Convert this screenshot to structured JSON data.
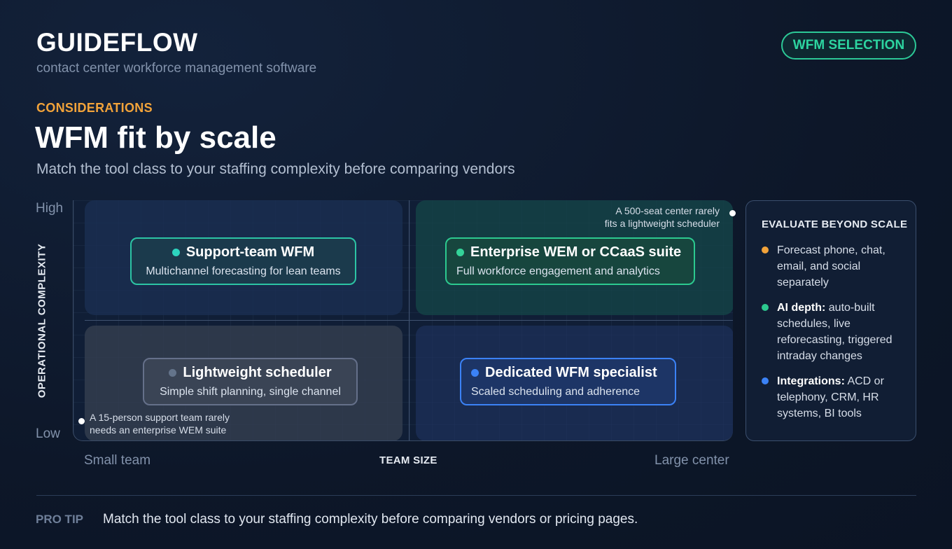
{
  "header": {
    "brand": "GUIDEFLOW",
    "brand_subtitle": "contact center workforce management software",
    "badge": "WFM SELECTION",
    "eyebrow": "CONSIDERATIONS",
    "title": "WFM fit by scale",
    "subtitle": "Match the tool class to your staffing complexity before comparing vendors"
  },
  "matrix": {
    "y_axis": {
      "title": "OPERATIONAL COMPLEXITY",
      "high": "High",
      "low": "Low"
    },
    "x_axis": {
      "title": "TEAM SIZE",
      "left": "Small team",
      "right": "Large center"
    },
    "quadrants": [
      {
        "id": "top-left",
        "title": "Support-team WFM",
        "description": "Multichannel forecasting for lean teams",
        "dot_color": "#2dd4bf"
      },
      {
        "id": "top-right",
        "title": "Enterprise WEM or CCaaS suite",
        "description": "Full workforce engagement and analytics",
        "dot_color": "#34d399"
      },
      {
        "id": "bottom-left",
        "title": "Lightweight scheduler",
        "description": "Simple shift planning, single channel",
        "dot_color": "#64748b"
      },
      {
        "id": "bottom-right",
        "title": "Dedicated WFM specialist",
        "description": "Scaled scheduling and adherence",
        "dot_color": "#3b82f6"
      }
    ],
    "annotations": {
      "top_right_line1": "A 500-seat center rarely",
      "top_right_line2": "fits a lightweight scheduler",
      "bottom_left_line1": "A 15-person support team rarely",
      "bottom_left_line2": "needs an enterprise WEM suite"
    }
  },
  "panel": {
    "title": "EVALUATE BEYOND SCALE",
    "items": [
      {
        "bold": "",
        "text": "Forecast phone, chat, email, and social separately",
        "dot_color": "#f2a33a"
      },
      {
        "bold": "AI depth:",
        "text": " auto-built schedules, live reforecasting, triggered intraday changes",
        "dot_color": "#2cc98f"
      },
      {
        "bold": "Integrations:",
        "text": " ACD or telephony, CRM, HR systems, BI tools",
        "dot_color": "#3b82f6"
      }
    ]
  },
  "footer": {
    "label": "PRO TIP",
    "text": "Match the tool class to your staffing complexity before comparing vendors or pricing pages."
  }
}
